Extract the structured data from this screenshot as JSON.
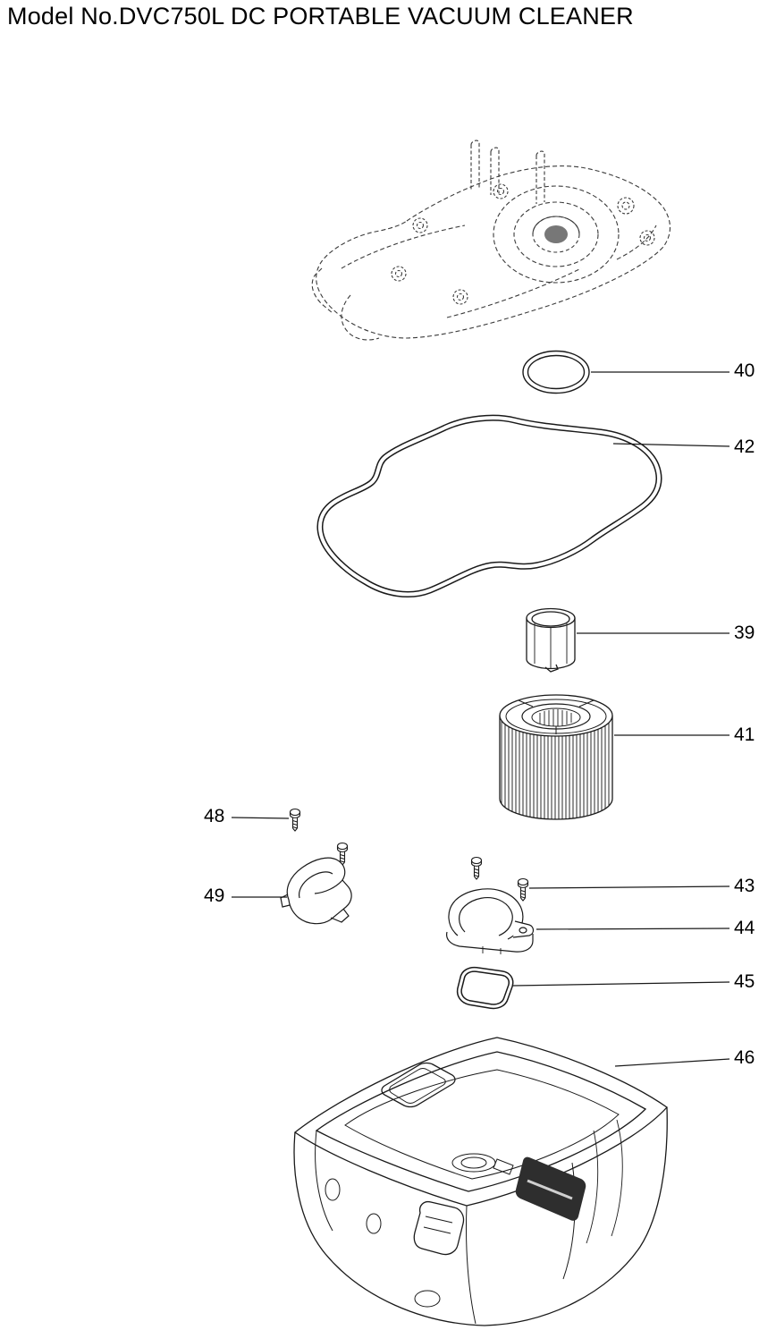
{
  "page": {
    "title": "Model No.DVC750L DC PORTABLE VACUUM CLEANER",
    "background": "#ffffff",
    "line_color": "#1a1a1a"
  },
  "callouts": [
    {
      "num": "40"
    },
    {
      "num": "42"
    },
    {
      "num": "39"
    },
    {
      "num": "41"
    },
    {
      "num": "48"
    },
    {
      "num": "49"
    },
    {
      "num": "43"
    },
    {
      "num": "44"
    },
    {
      "num": "45"
    },
    {
      "num": "46"
    }
  ]
}
